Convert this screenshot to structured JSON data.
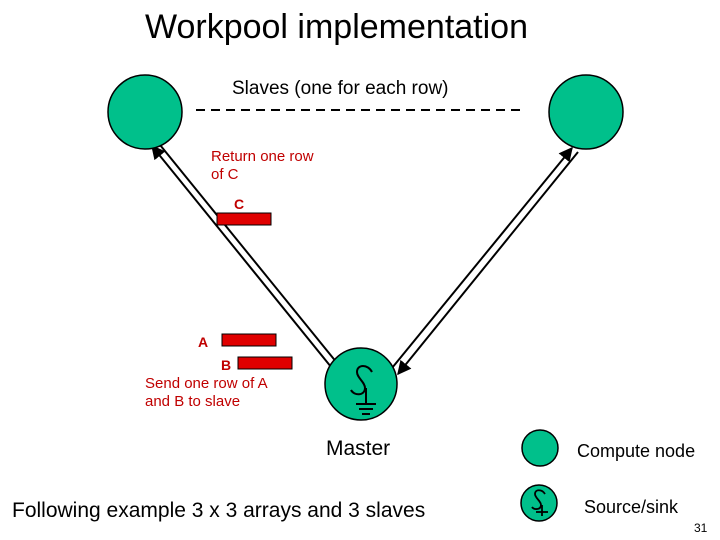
{
  "title": "Workpool implementation",
  "slaves_label": "Slaves (one for each row)",
  "return_label": "Return one row of C",
  "c_label": "C",
  "a_label": "A",
  "b_label": "B",
  "send_label": "Send one row of A and B to slave",
  "master_label": "Master",
  "legend": {
    "compute_node": "Compute node",
    "source_sink": "Source/sink"
  },
  "footer": "Following example 3 x 3 arrays and 3 slaves",
  "page_number": "31",
  "colors": {
    "node_fill": "#00c08b",
    "data_block": "#e00000",
    "label_red": "#c00000"
  }
}
